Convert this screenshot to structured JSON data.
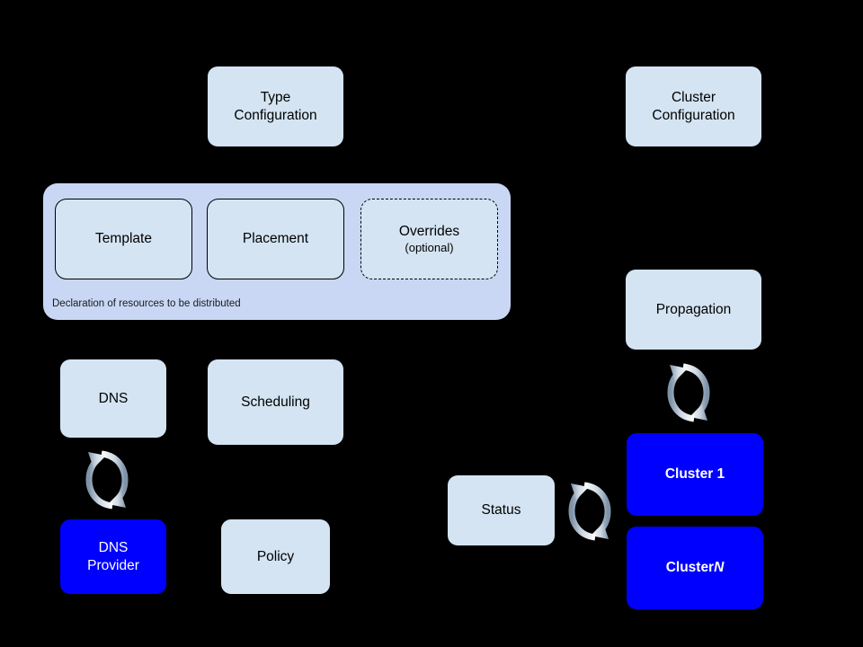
{
  "diagram": {
    "title": "Kubernetes Federation resource distribution architecture",
    "background_color": "#000000",
    "colors": {
      "card_fill": "#d4e4f2",
      "group_fill": "#c9d7f5",
      "cluster_fill": "#0000ff",
      "cluster_text": "#ffffff",
      "edge_stroke": "#000000",
      "sync_icon_light": "#ffffff",
      "sync_icon_dark": "#8fa3b8"
    },
    "nodes": {
      "type_configuration": {
        "label": "Type\nConfiguration"
      },
      "cluster_configuration": {
        "label": "Cluster\nConfiguration"
      },
      "template": {
        "label": "Template"
      },
      "placement": {
        "label": "Placement"
      },
      "overrides": {
        "label": "Overrides",
        "sublabel": "(optional)"
      },
      "group_caption": {
        "label": "Declaration of resources to be distributed"
      },
      "dns": {
        "label": "DNS"
      },
      "scheduling": {
        "label": "Scheduling"
      },
      "dns_provider": {
        "label": "DNS\nProvider"
      },
      "policy": {
        "label": "Policy"
      },
      "propagation": {
        "label": "Propagation"
      },
      "status": {
        "label": "Status"
      },
      "cluster_1": {
        "label": "Cluster 1"
      },
      "cluster_n_prefix": {
        "label": "Cluster "
      },
      "cluster_n_suffix": {
        "label": "N"
      }
    },
    "edges": [
      {
        "from": "type_configuration",
        "to": "template",
        "style": "dashed",
        "direction": "down"
      },
      {
        "from": "type_configuration",
        "to": "placement",
        "style": "dashed",
        "direction": "down"
      },
      {
        "from": "type_configuration",
        "to": "overrides",
        "style": "dashed",
        "direction": "down"
      },
      {
        "from": "scheduling",
        "to": "placement",
        "style": "solid",
        "direction": "up"
      },
      {
        "from": "policy",
        "to": "overrides",
        "style": "solid",
        "direction": "up"
      }
    ],
    "sync_icons": [
      {
        "between": [
          "dns",
          "dns_provider"
        ],
        "name": "sync-icon-dns"
      },
      {
        "between": [
          "propagation",
          "cluster_1"
        ],
        "name": "sync-icon-propagation"
      },
      {
        "between": [
          "status",
          "cluster_1"
        ],
        "name": "sync-icon-status"
      }
    ]
  }
}
